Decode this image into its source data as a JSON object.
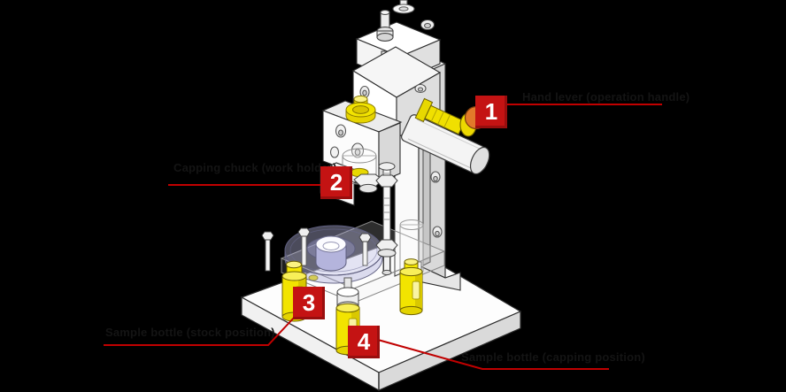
{
  "diagram": {
    "description": "Isometric CAD drawing of a benchtop manual capping press with four numbered part callouts",
    "background_color": "#000000",
    "accent_colors": {
      "callout_box_red": "#c41313",
      "leader_line_red": "#c00000",
      "part_yellow": "#f2e400",
      "knob_orange": "#e2792a",
      "disc_lavender": "#bcbce4",
      "label_text_dark": "#141414"
    },
    "callouts": [
      {
        "number": "1",
        "label": "Hand lever (operation handle)"
      },
      {
        "number": "2",
        "label": "Capping chuck (work holder)"
      },
      {
        "number": "3",
        "label": "Sample bottle (stock position)"
      },
      {
        "number": "4",
        "label": "Sample bottle (capping position)"
      }
    ]
  }
}
